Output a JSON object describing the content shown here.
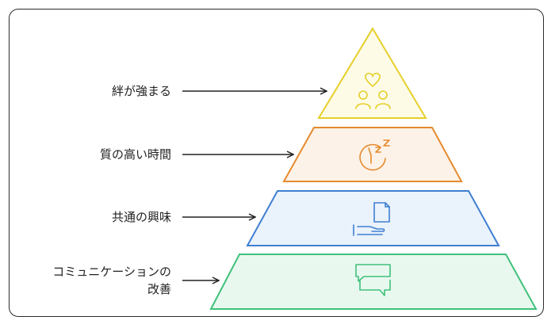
{
  "levels": [
    {
      "label": "絆が強まる",
      "icon": "couple-heart-icon",
      "color": "#e6cf2a",
      "fill": "#fdfbe6"
    },
    {
      "label": "質の高い時間",
      "icon": "sleep-clock-icon",
      "color": "#e58a2e",
      "fill": "#fdf2e7"
    },
    {
      "label": "共通の興味",
      "icon": "document-hand-icon",
      "color": "#3f7fd1",
      "fill": "#eaf2fc"
    },
    {
      "label_line1": "コミュニケーションの",
      "label_line2": "改善",
      "icon": "chat-bubbles-icon",
      "color": "#3fc07a",
      "fill": "#e9f8ef"
    }
  ]
}
